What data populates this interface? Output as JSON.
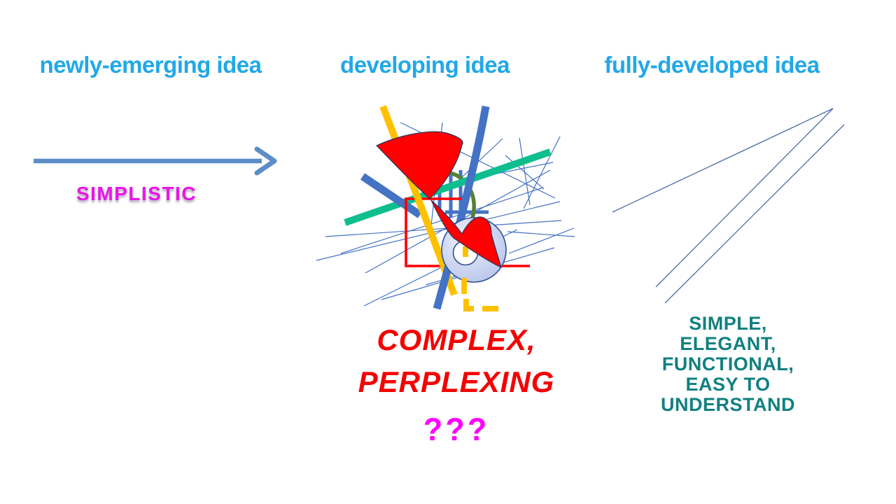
{
  "slide": {
    "background": "#FFFFFF",
    "stages": [
      {
        "header": "newly-emerging idea",
        "caption": "SIMPLISTIC",
        "illustration": "straight-right-arrow"
      },
      {
        "header": "developing idea",
        "caption_lines": [
          "COMPLEX,",
          "PERPLEXING"
        ],
        "question_marks": "???",
        "illustration": "tangled-scribble"
      },
      {
        "header": "fully-developed idea",
        "caption_lines": [
          "SIMPLE,",
          "ELEGANT,",
          "FUNCTIONAL,",
          "EASY TO",
          "UNDERSTAND"
        ],
        "illustration": "elegant-converging-lines"
      }
    ],
    "colors": {
      "header_blue": "#21A8E8",
      "simplistic_magenta": "#E816E8",
      "complex_red": "#F50000",
      "question_magenta": "#FF00FF",
      "simple_teal": "#128080",
      "simple_arrow_blue": "#5B8DC8",
      "scribble_thin_blue": "#4472C4",
      "scribble_thick_blue": "#4472C4",
      "scribble_yellow": "#FFC000",
      "scribble_green": "#0EBE8E",
      "scribble_olive": "#548235",
      "scribble_red": "#FE0000",
      "donut_fill": "#C9D3F0",
      "donut_outline": "#31538F",
      "elegant_line_blue": "#4A6AA5"
    }
  }
}
